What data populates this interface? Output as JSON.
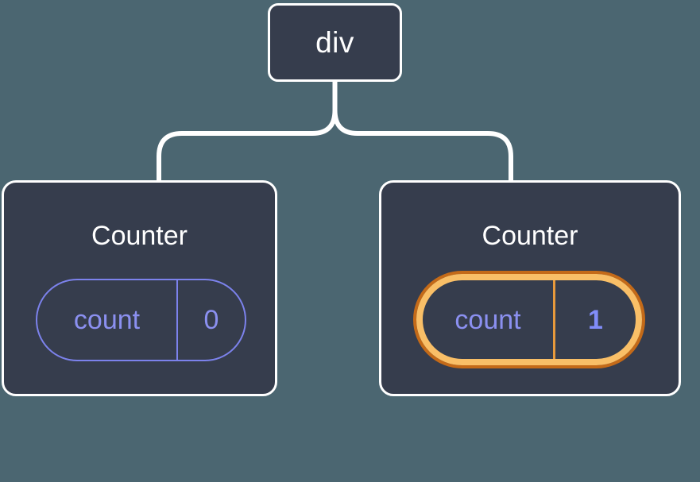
{
  "diagram": {
    "type": "component-tree",
    "background_color": "#4b6671",
    "node_fill_color": "#363d4d",
    "node_border_color": "#ffffff",
    "connector_color": "#ffffff",
    "accent_purple": "#818cf8",
    "highlight_light_orange": "#f9bf67",
    "highlight_dark_orange": "#c46a18",
    "root": {
      "label": "div"
    },
    "children": [
      {
        "title": "Counter",
        "state": {
          "key": "count",
          "value": "0"
        },
        "highlighted": false
      },
      {
        "title": "Counter",
        "state": {
          "key": "count",
          "value": "1"
        },
        "highlighted": true,
        "sparkle_icons": [
          "sparkle-large-icon",
          "sparkle-small-icon"
        ]
      }
    ]
  }
}
